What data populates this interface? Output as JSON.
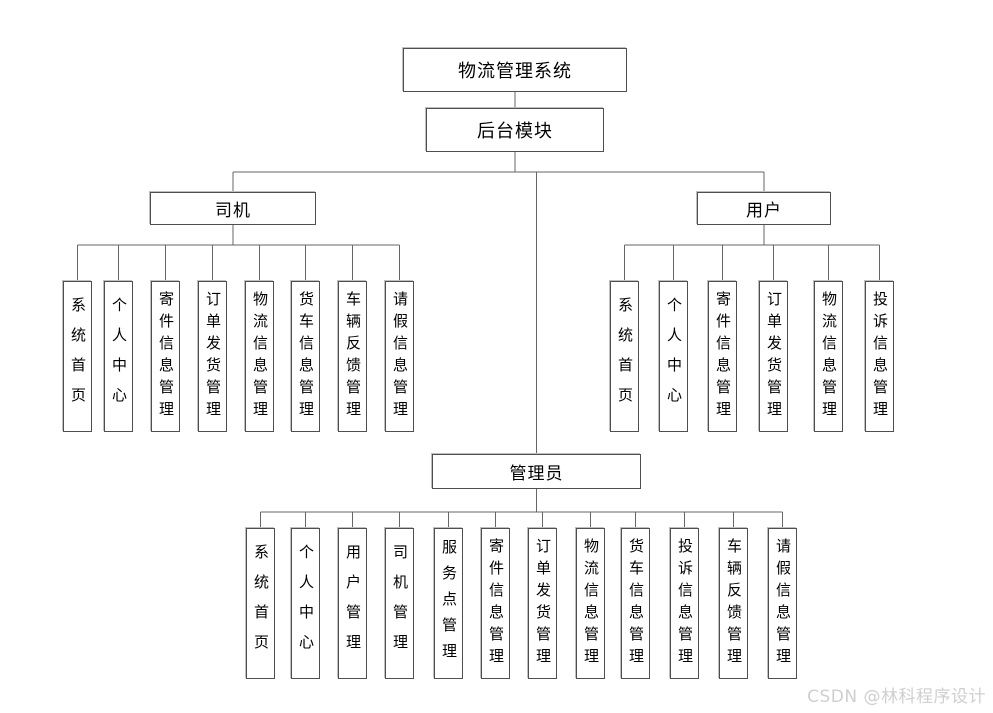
{
  "diagram": {
    "root": "物流管理系统",
    "backend": "后台模块",
    "driver": {
      "label": "司机",
      "children": [
        "系统首页",
        "个人中心",
        "寄件信息管理",
        "订单发货管理",
        "物流信息管理",
        "货车信息管理",
        "车辆反馈管理",
        "请假信息管理"
      ]
    },
    "user": {
      "label": "用户",
      "children": [
        "系统首页",
        "个人中心",
        "寄件信息管理",
        "订单发货管理",
        "物流信息管理",
        "投诉信息管理"
      ]
    },
    "admin": {
      "label": "管理员",
      "children": [
        "系统首页",
        "个人中心",
        "用户管理",
        "司机管理",
        "服务点管理",
        "寄件信息管理",
        "订单发货管理",
        "物流信息管理",
        "货车信息管理",
        "投诉信息管理",
        "车辆反馈管理",
        "请假信息管理"
      ]
    },
    "watermark": "CSDN @林科程序设计",
    "colors": {
      "line": "#666666",
      "box_border": "#4f4f4f",
      "text": "#000000",
      "watermark": "#cfcfcf",
      "background": "#ffffff"
    }
  }
}
